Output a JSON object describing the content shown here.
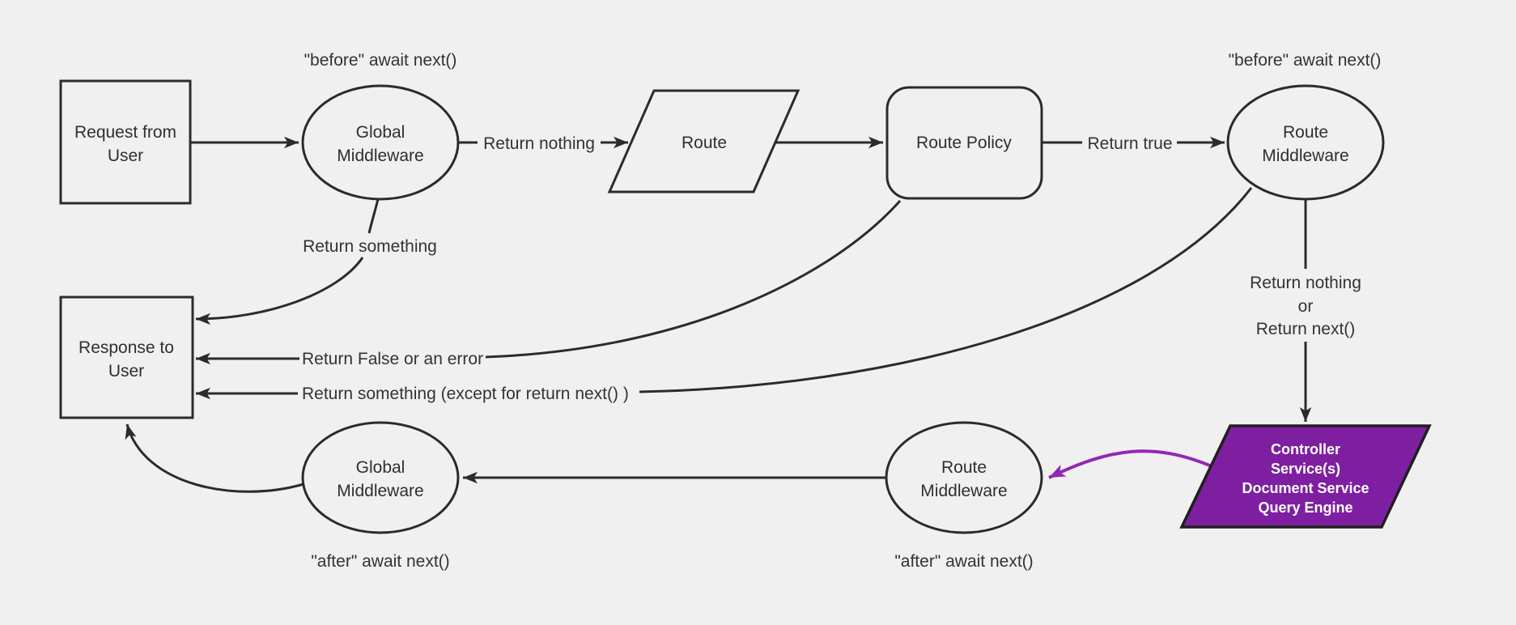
{
  "colors": {
    "background": "#f0f0f0",
    "line": "#2b2b2b",
    "text": "#2f2f2f",
    "purple_fill": "#7e1fa2",
    "purple_border": "#1f1f1f",
    "purple_arrow": "#9228b4",
    "node_text_on_purple": "#ffffff"
  },
  "nodes": {
    "request_from_user": {
      "line1": "Request from",
      "line2": "User"
    },
    "global_middleware_top": {
      "line1": "Global",
      "line2": "Middleware"
    },
    "route": {
      "label": "Route"
    },
    "route_policy": {
      "label": "Route Policy"
    },
    "route_middleware_top": {
      "line1": "Route",
      "line2": "Middleware"
    },
    "controller_services": {
      "line1": "Controller",
      "line2": "Service(s)",
      "line3": "Document Service",
      "line4": "Query Engine"
    },
    "route_middleware_bottom": {
      "line1": "Route",
      "line2": "Middleware"
    },
    "global_middleware_bottom": {
      "line1": "Global",
      "line2": "Middleware"
    },
    "response_to_user": {
      "line1": "Response to",
      "line2": "User"
    }
  },
  "edge_labels": {
    "before_await_next_left": "\"before\" await next()",
    "before_await_next_right": "\"before\" await next()",
    "return_nothing": "Return nothing",
    "return_true": "Return true",
    "return_something": "Return something",
    "return_false_or_error": "Return False or an error",
    "return_something_except": "Return something (except for return next() )",
    "return_nothing_or": {
      "line1": "Return nothing",
      "line2": "or",
      "line3": "Return next()"
    },
    "after_await_next_left": "\"after\" await next()",
    "after_await_next_right": "\"after\" await next()"
  }
}
